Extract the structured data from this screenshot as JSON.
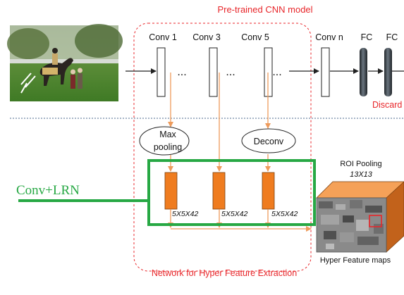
{
  "title": "Pre-trained CNN model",
  "bottom_label": "Network for Hyper Feature Extraction",
  "layers": {
    "conv1": "Conv 1",
    "conv3": "Conv 3",
    "conv5": "Conv 5",
    "convn": "Conv n",
    "fc1": "FC",
    "fc2": "FC"
  },
  "ellipsis": "...",
  "discard_label": "Discard",
  "ops": {
    "max_pooling_line1": "Max",
    "max_pooling_line2": "pooling",
    "deconv": "Deconv"
  },
  "left_label": "Conv+LRN",
  "feature_dims": [
    "5X5X42",
    "5X5X42",
    "5X5X42"
  ],
  "roi": {
    "title": "ROI Pooling",
    "size": "13X13"
  },
  "hyper_feature_label": "Hyper Feature maps",
  "colors": {
    "red_text": "#e8262a",
    "orange": "#f07d1a",
    "arrow_orange": "#ee9b5c",
    "green": "#27a844",
    "box_orange": "#ef7c1f",
    "fc_dark": "#333a40",
    "divider_blue": "#4d6b8f"
  }
}
